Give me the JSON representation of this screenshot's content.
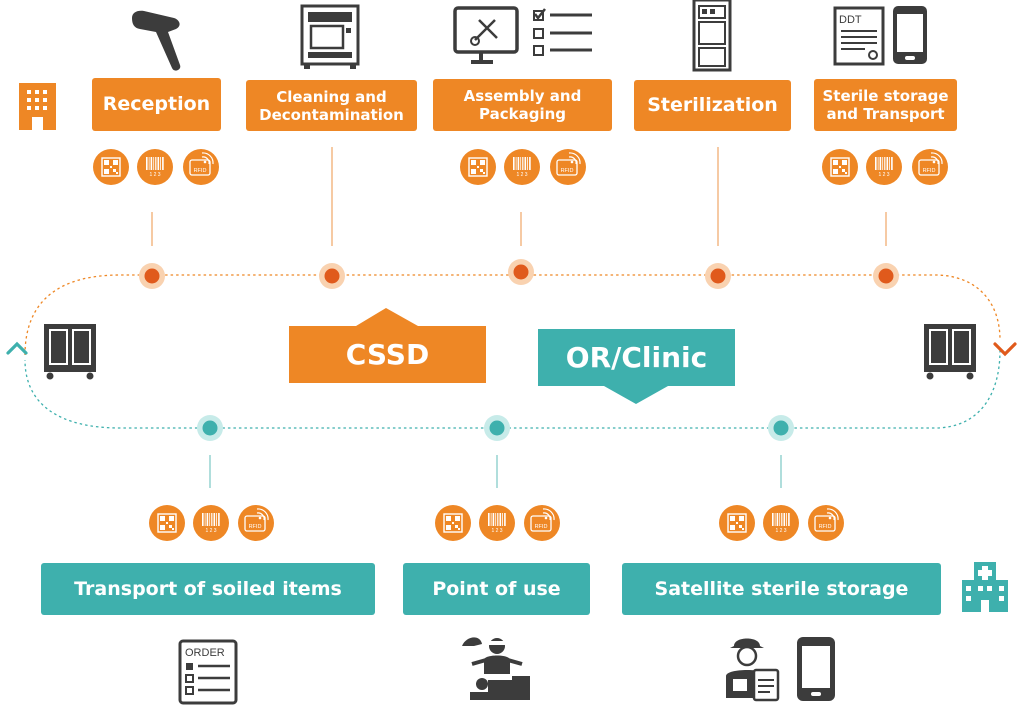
{
  "colors": {
    "orange": "#ee8725",
    "orange_light": "#f9d2b0",
    "teal": "#3eb0ad",
    "teal_light": "#c7ebe9",
    "dark": "#3c3c3c"
  },
  "cssd_steps": [
    {
      "label": "Reception",
      "tags": [
        "qr-code-icon",
        "barcode-icon",
        "rfid-icon"
      ],
      "device_icon": "barcode-scanner-icon"
    },
    {
      "label": "Cleaning and Decontamination",
      "tags": [],
      "device_icon": "washer-disinfector-icon"
    },
    {
      "label": "Assembly and Packaging",
      "tags": [
        "qr-code-icon",
        "barcode-icon",
        "rfid-icon"
      ],
      "device_icon": "monitor-checklist-icon"
    },
    {
      "label": "Sterilization",
      "tags": [],
      "device_icon": "sterilizer-icon"
    },
    {
      "label": "Sterile storage and Transport",
      "tags": [
        "qr-code-icon",
        "barcode-icon",
        "rfid-icon"
      ],
      "device_icon": "ddt-phone-icon"
    }
  ],
  "or_steps": [
    {
      "label": "Transport of soiled items",
      "tags": [
        "qr-code-icon",
        "barcode-icon",
        "rfid-icon"
      ],
      "device_icon": "order-document-icon"
    },
    {
      "label": "Point of use",
      "tags": [
        "qr-code-icon",
        "barcode-icon",
        "rfid-icon"
      ],
      "device_icon": "surgeon-patient-icon"
    },
    {
      "label": "Satellite sterile storage",
      "tags": [
        "qr-code-icon",
        "barcode-icon",
        "rfid-icon"
      ],
      "device_icon": "courier-phone-icon"
    }
  ],
  "cssd_label": "CSSD",
  "or_label": "OR/Clinic",
  "tag_text": {
    "barcode": "1 2 3",
    "rfid": "RFID"
  },
  "ddt_text": "DDT",
  "order_text": "ORDER"
}
